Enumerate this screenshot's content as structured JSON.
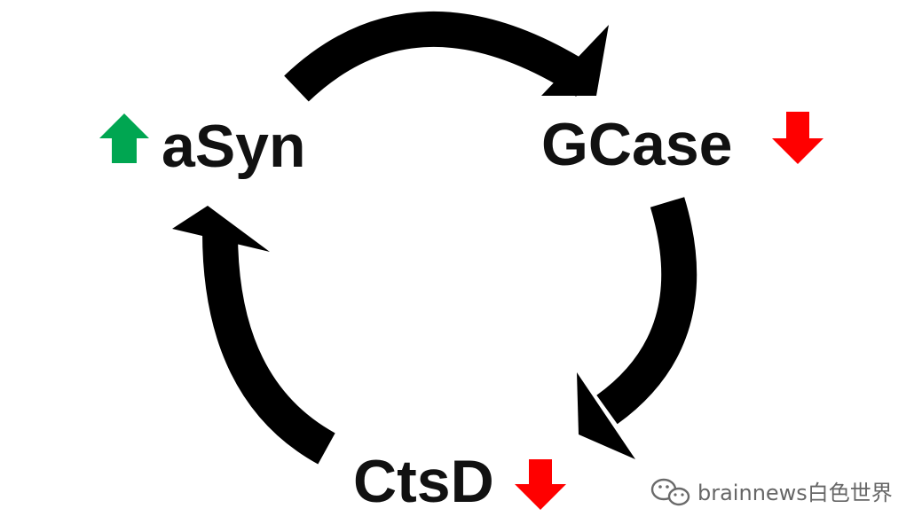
{
  "nodes": {
    "asyn": {
      "label": "aSyn",
      "trend": "up"
    },
    "gcase": {
      "label": "GCase",
      "trend": "down"
    },
    "ctsd": {
      "label": "CtsD",
      "trend": "down"
    }
  },
  "cycle": [
    "aSyn",
    "GCase",
    "CtsD"
  ],
  "colors": {
    "increase": "#00a651",
    "decrease": "#ff0000",
    "cycle_arrow": "#000000",
    "label": "#111111"
  },
  "watermark": {
    "text": "brainnews白色世界",
    "icon": "wechat-icon"
  }
}
